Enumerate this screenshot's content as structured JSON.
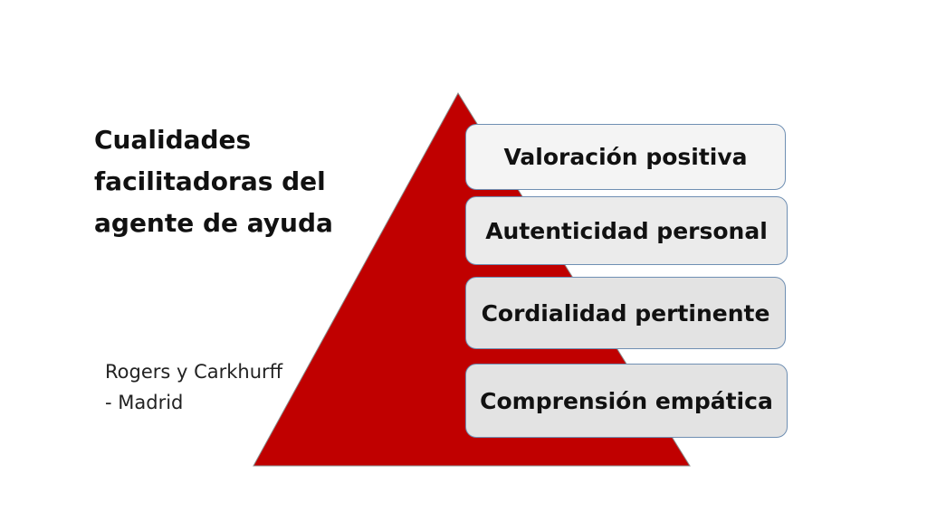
{
  "title": "Cualidades facilitadoras del agente de ayuda",
  "citation": "Rogers y Carkhurff\n- Madrid",
  "pyramid": {
    "fill_color": "#c00000",
    "levels": [
      {
        "label": "Valoración positiva"
      },
      {
        "label": "Autenticidad personal"
      },
      {
        "label": "Cordialidad pertinente"
      },
      {
        "label": "Comprensión empática"
      }
    ]
  }
}
